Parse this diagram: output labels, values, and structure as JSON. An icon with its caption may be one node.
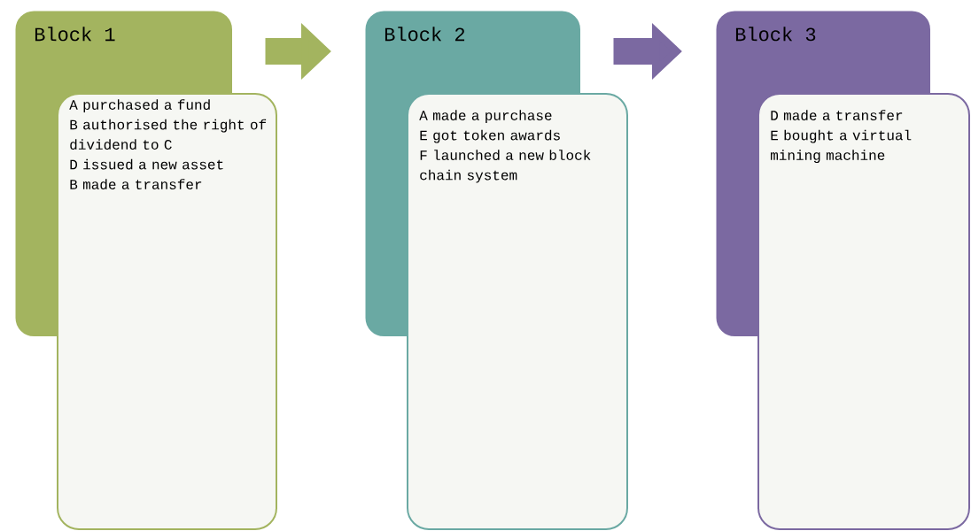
{
  "diagram": {
    "nodes": [
      {
        "text": [
          "Block 1",
          "A purchased a fund",
          "B authorised the right of dividend to C",
          "D issued a new asset",
          "B made a transfer"
        ]
      },
      {
        "text": [
          "Block 2",
          "A made a purchase",
          "E got token awards",
          "F launched a new block chain system"
        ]
      },
      {
        "text": [
          "Block 3",
          "D made a transfer",
          "E bought a virtual mining machine"
        ]
      }
    ],
    "edges": [
      {
        "from": 0,
        "to": 1,
        "arrow": "to",
        "color": "#a3b45f"
      },
      {
        "from": 1,
        "to": 2,
        "arrow": "to",
        "color": "#7b69a1"
      }
    ]
  }
}
